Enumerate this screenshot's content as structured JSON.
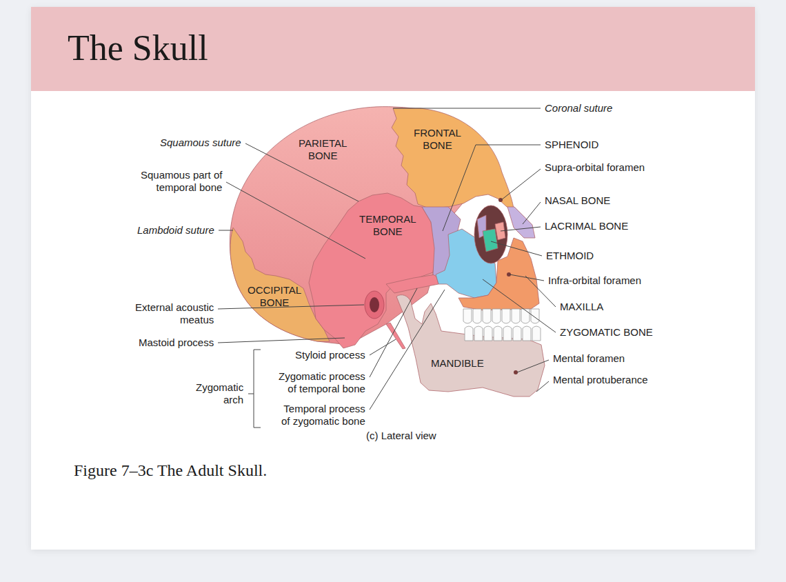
{
  "diagram": {
    "title": "The Skull",
    "caption": "Figure 7–3c The Adult Skull.",
    "labels": [
      "Coronal suture",
      "SPHENOID",
      "Supra-orbital foramen",
      "NASAL BONE",
      "LACRIMAL BONE",
      "ETHMOID",
      "Infra-orbital foramen",
      "MAXILLA",
      "ZYGOMATIC BONE",
      "Mental foramen",
      "Mental protuberance",
      "Squamous suture",
      "Squamous part of temporal bone",
      "Lambdoid suture",
      "External acoustic meatus",
      "Mastoid process",
      "Styloid process",
      "Zygomatic process of temporal bone",
      "Temporal process of zygomatic bone",
      "Zygomatic arch",
      "PARIETAL BONE",
      "FRONTAL BONE",
      "TEMPORAL BONE",
      "OCCIPITAL BONE",
      "MANDIBLE",
      "(c) Lateral view"
    ]
  }
}
